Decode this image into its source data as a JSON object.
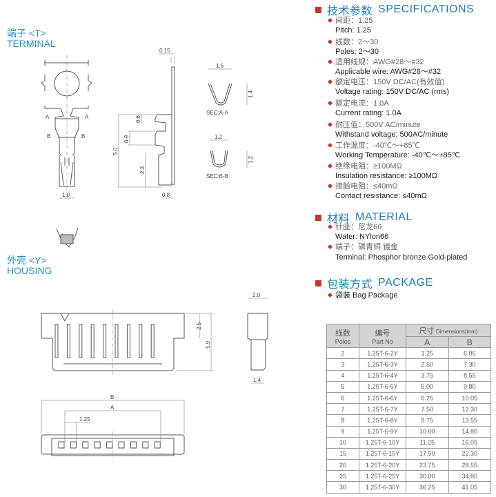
{
  "terminal": {
    "title_cn": "端子 <T>",
    "title_en": "TERMINAL",
    "dims": {
      "thickness": "0.15",
      "d1": "0.6",
      "d2": "0.9",
      "height": "5.0",
      "d3": "2.3",
      "width": "1.0",
      "side_w": "0.8",
      "sec_a_w": "1.6",
      "sec_a_h": "1.4",
      "sec_b_w": "1.2",
      "sec_b_h": "1.2"
    },
    "markers": {
      "a": "A",
      "b": "B"
    },
    "sec_a_label": "SEC:A-A",
    "sec_b_label": "SEC:B-B"
  },
  "housing": {
    "title_cn": "外壳 <Y>",
    "title_en": "HOUSING",
    "dims": {
      "h1": "2.5",
      "h2": "5.9",
      "depth": "2.0",
      "depth2": "1.4",
      "b": "B",
      "a": "A",
      "pitch": "1.25"
    }
  },
  "specifications": {
    "title_cn": "技术参数",
    "title_en": "SPECIFICATIONS",
    "items": [
      {
        "cn": "间距：1.25",
        "en": "Pitch: 1.25"
      },
      {
        "cn": "线数：2～30",
        "en": "Poles: 2～30"
      },
      {
        "cn": "适用线规：AWG#28～#32",
        "en": "Applicable wire: AWG#28～#32"
      },
      {
        "cn": "额定电压：150V DC/AC(有效值)",
        "en": "Voltage rating: 150V DC/AC (rms)"
      },
      {
        "cn": "额定电流：1.0A",
        "en": "Current rating: 1.0A"
      },
      {
        "cn": "耐压值：500V AC/minute",
        "en": "Withstand voltage: 500AC/minute"
      },
      {
        "cn": "工作温度：-40℃～+85℃",
        "en": "Working Temperature: -40℃～+85℃"
      },
      {
        "cn": "绝缘电阻：≥100MΩ",
        "en": "Insulation resistance: ≥100MΩ"
      },
      {
        "cn": "接触电阻：≤40mΩ",
        "en": "Contact resistance: ≤40mΩ"
      }
    ]
  },
  "material": {
    "title_cn": "材料",
    "title_en": "MATERIAL",
    "items": [
      {
        "cn": "针座：尼龙66",
        "en": "Water:  NYlon66"
      },
      {
        "cn": "端子：磷青铜 镀金",
        "en": "Terminal:  Phosphor bronze Gold-plated"
      }
    ]
  },
  "package": {
    "title_cn": "包装方式",
    "title_en": "PACKAGE",
    "item": "袋装 Bag Package"
  },
  "table": {
    "headers": {
      "poles_cn": "线数",
      "poles_en": "Poles",
      "part_cn": "编号",
      "part_en": "Part No",
      "dim_cn": "尺寸",
      "dim_en": "Dimensions(mm)",
      "a": "A",
      "b": "B"
    },
    "rows": [
      [
        "2",
        "1.25T-6-2Y",
        "1.25",
        "6.05"
      ],
      [
        "3",
        "1.25T-6-3Y",
        "2.50",
        "7.30"
      ],
      [
        "4",
        "1.25T-6-4Y",
        "3.75",
        "8.55"
      ],
      [
        "5",
        "1.25T-6-5Y",
        "5.00",
        "9.80"
      ],
      [
        "6",
        "1.25T-6-6Y",
        "6.25",
        "10.05"
      ],
      [
        "7",
        "1.25T-6-7Y",
        "7.50",
        "12.30"
      ],
      [
        "8",
        "1.25T-6-8Y",
        "8.75",
        "13.55"
      ],
      [
        "9",
        "1.25T-6-9Y",
        "10.00",
        "14.80"
      ],
      [
        "10",
        "1.25T-6-10Y",
        "11.25",
        "16.05"
      ],
      [
        "15",
        "1.25T-6-15Y",
        "17.50",
        "22.30"
      ],
      [
        "20",
        "1.25T-6-20Y",
        "23.75",
        "28.55"
      ],
      [
        "25",
        "1.25T-6-25Y",
        "30.00",
        "34.80"
      ],
      [
        "30",
        "1.25T-6-30Y",
        "36.25",
        "41.05"
      ]
    ]
  }
}
